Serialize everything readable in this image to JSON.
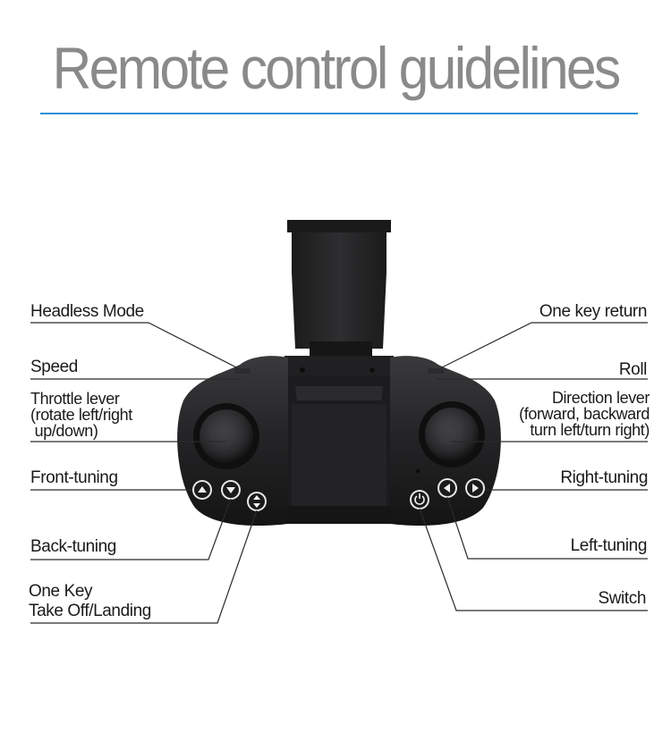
{
  "title": "Remote control guidelines",
  "colors": {
    "title": "#8a8a8a",
    "rule": "#2c8fd6",
    "body": "#1c1c1e",
    "line": "#2a2a2a"
  },
  "icons": {
    "up": "up-arrow-icon",
    "down": "down-arrow-icon",
    "takeoff": "takeoff-landing-icon",
    "power": "power-icon",
    "left": "left-arrow-icon",
    "right": "right-arrow-icon"
  },
  "labels": {
    "headless": "Headless Mode",
    "speed": "Speed",
    "throttle": [
      "Throttle lever",
      "(rotate left/right",
      " up/down)"
    ],
    "front_tuning": "Front-tuning",
    "back_tuning": "Back-tuning",
    "takeoff": [
      "One Key",
      "Take Off/Landing"
    ],
    "one_key_return": "One key return",
    "roll": "Roll",
    "direction": [
      "Direction lever",
      "(forward, backward",
      "turn left/turn right)"
    ],
    "right_tuning": "Right-tuning",
    "left_tuning": "Left-tuning",
    "switch": "Switch"
  }
}
